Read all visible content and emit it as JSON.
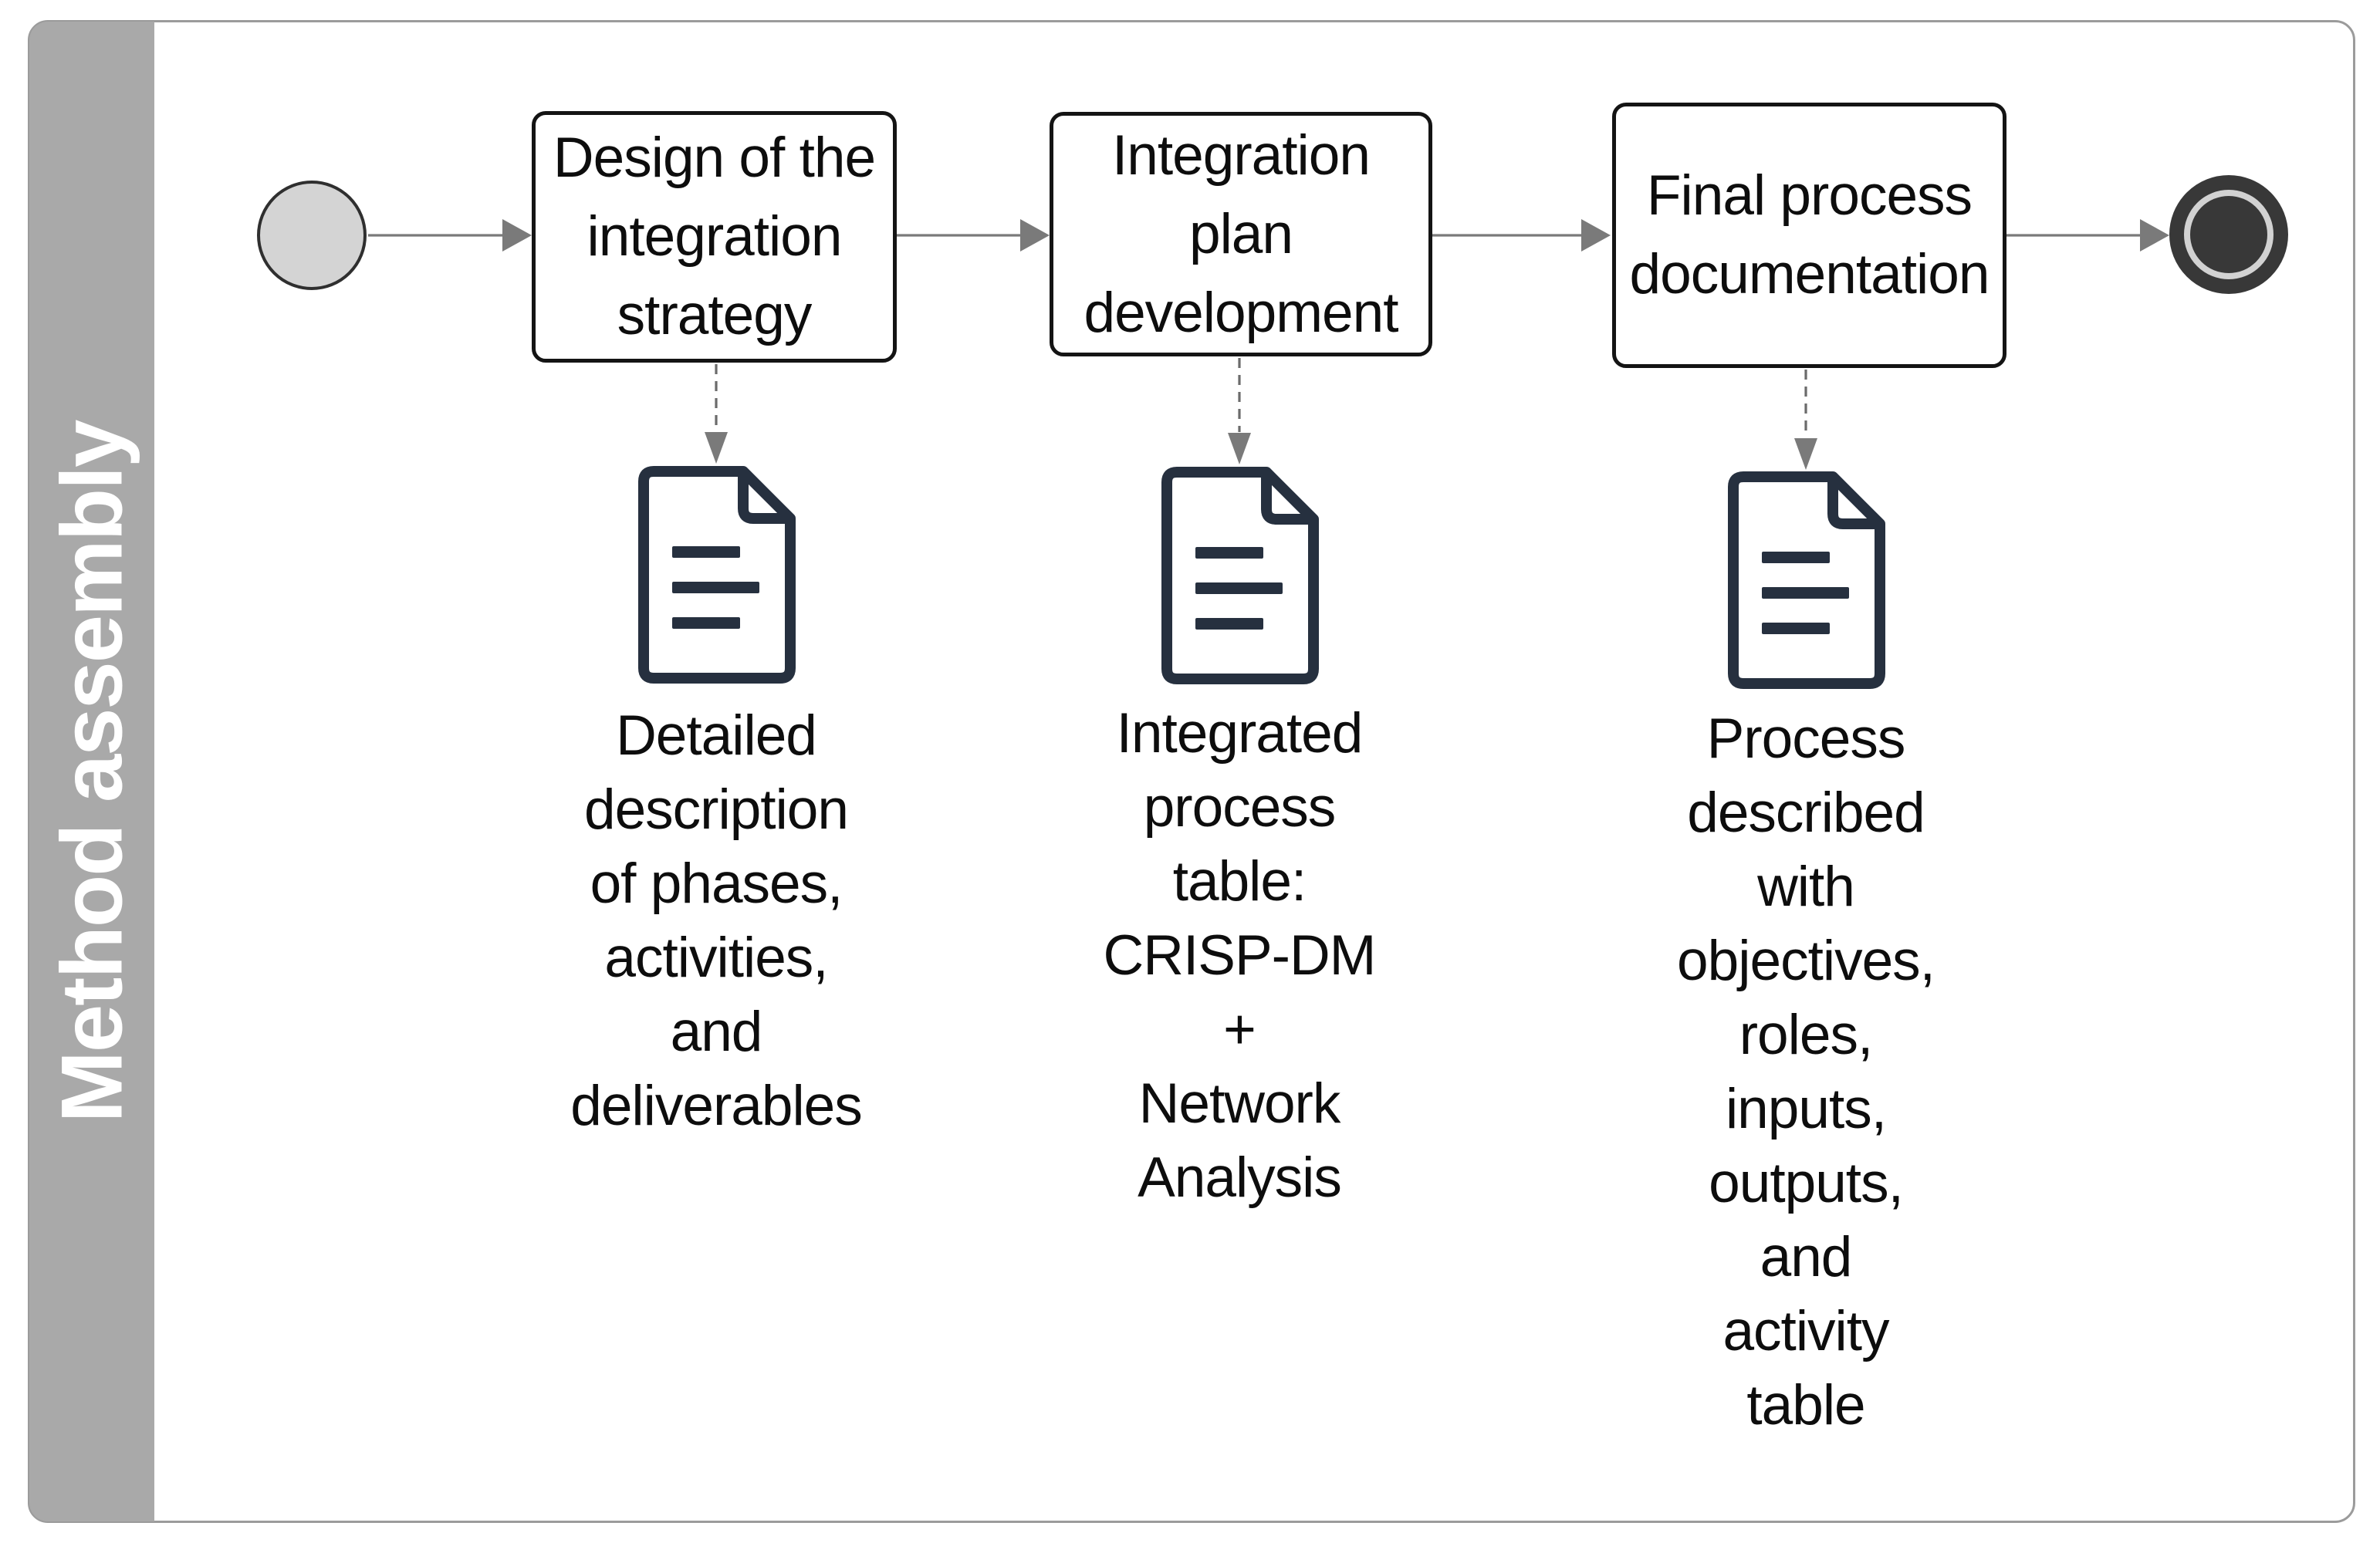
{
  "lane": {
    "title": "Method assembly"
  },
  "process": {
    "tasks": [
      {
        "label": "Design of the\nintegration\nstrategy"
      },
      {
        "label": "Integration\nplan\ndevelopment"
      },
      {
        "label": "Final process\ndocumentation"
      }
    ],
    "artifacts": [
      {
        "icon": "document-icon",
        "label": "Detailed\ndescription\nof phases,\nactivities,\nand\ndeliverables"
      },
      {
        "icon": "document-icon",
        "label": "Integrated\nprocess\ntable:\nCRISP-DM\n+\nNetwork\nAnalysis"
      },
      {
        "icon": "document-icon",
        "label": "Process\ndescribed\nwith\nobjectives,\nroles,\ninputs,\noutputs,\nand\nactivity\ntable"
      }
    ],
    "events": {
      "start": "start-event",
      "end": "end-event"
    }
  },
  "colors": {
    "lane_fill": "#a9a9a9",
    "lane_text": "#ffffff",
    "pool_border": "#9b9b9b",
    "task_border": "#141414",
    "task_fill": "#ffffff",
    "connector": "#7a7a7a",
    "association": "#6b6b6b",
    "document": "#26303f",
    "start_fill": "#d4d4d4",
    "start_border": "#2f2f2f",
    "event_dark": "#383838",
    "event_light": "#d2d2d2",
    "text": "#0d0d0d"
  }
}
